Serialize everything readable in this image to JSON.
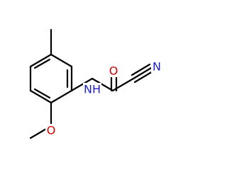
{
  "molecule": {
    "atoms": {
      "oxygen_carbonyl": {
        "label": "O",
        "color": "#d40000"
      },
      "nitrogen_amide": {
        "label": "NH",
        "color": "#1f1fcc"
      },
      "nitrogen_nitrile": {
        "label": "N",
        "color": "#1f1fcc"
      },
      "oxygen_methoxy": {
        "label": "O",
        "color": "#d40000"
      }
    }
  }
}
